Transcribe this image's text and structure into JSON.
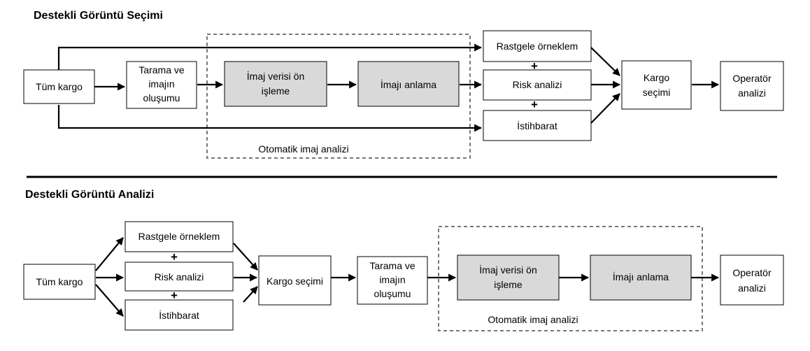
{
  "top": {
    "title": "Destekli Görüntü Seçimi",
    "nodes": {
      "all_cargo": "Tüm kargo",
      "scan_line1": "Tarama ve",
      "scan_line2": "imajın",
      "scan_line3": "oluşumu",
      "preprocess_line1": "İmaj verisi ön",
      "preprocess_line2": "işleme",
      "understand": "İmajı anlama",
      "random_sample": "Rastgele örneklem",
      "risk": "Risk analizi",
      "intel": "İstihbarat",
      "selection_line1": "Kargo",
      "selection_line2": "seçimi",
      "operator_line1": "Operatör",
      "operator_line2": "analizi"
    },
    "plus": "+",
    "group_label": "Otomatik imaj analizi"
  },
  "bottom": {
    "title": "Destekli Görüntü Analizi",
    "nodes": {
      "all_cargo": "Tüm kargo",
      "random_sample": "Rastgele örneklem",
      "risk": "Risk analizi",
      "intel": "İstihbarat",
      "selection": "Kargo seçimi",
      "scan_line1": "Tarama ve",
      "scan_line2": "imajın",
      "scan_line3": "oluşumu",
      "preprocess_line1": "İmaj verisi ön",
      "preprocess_line2": "işleme",
      "understand": "İmajı anlama",
      "operator_line1": "Operatör",
      "operator_line2": "analizi"
    },
    "plus": "+",
    "group_label": "Otomatik imaj analizi"
  }
}
